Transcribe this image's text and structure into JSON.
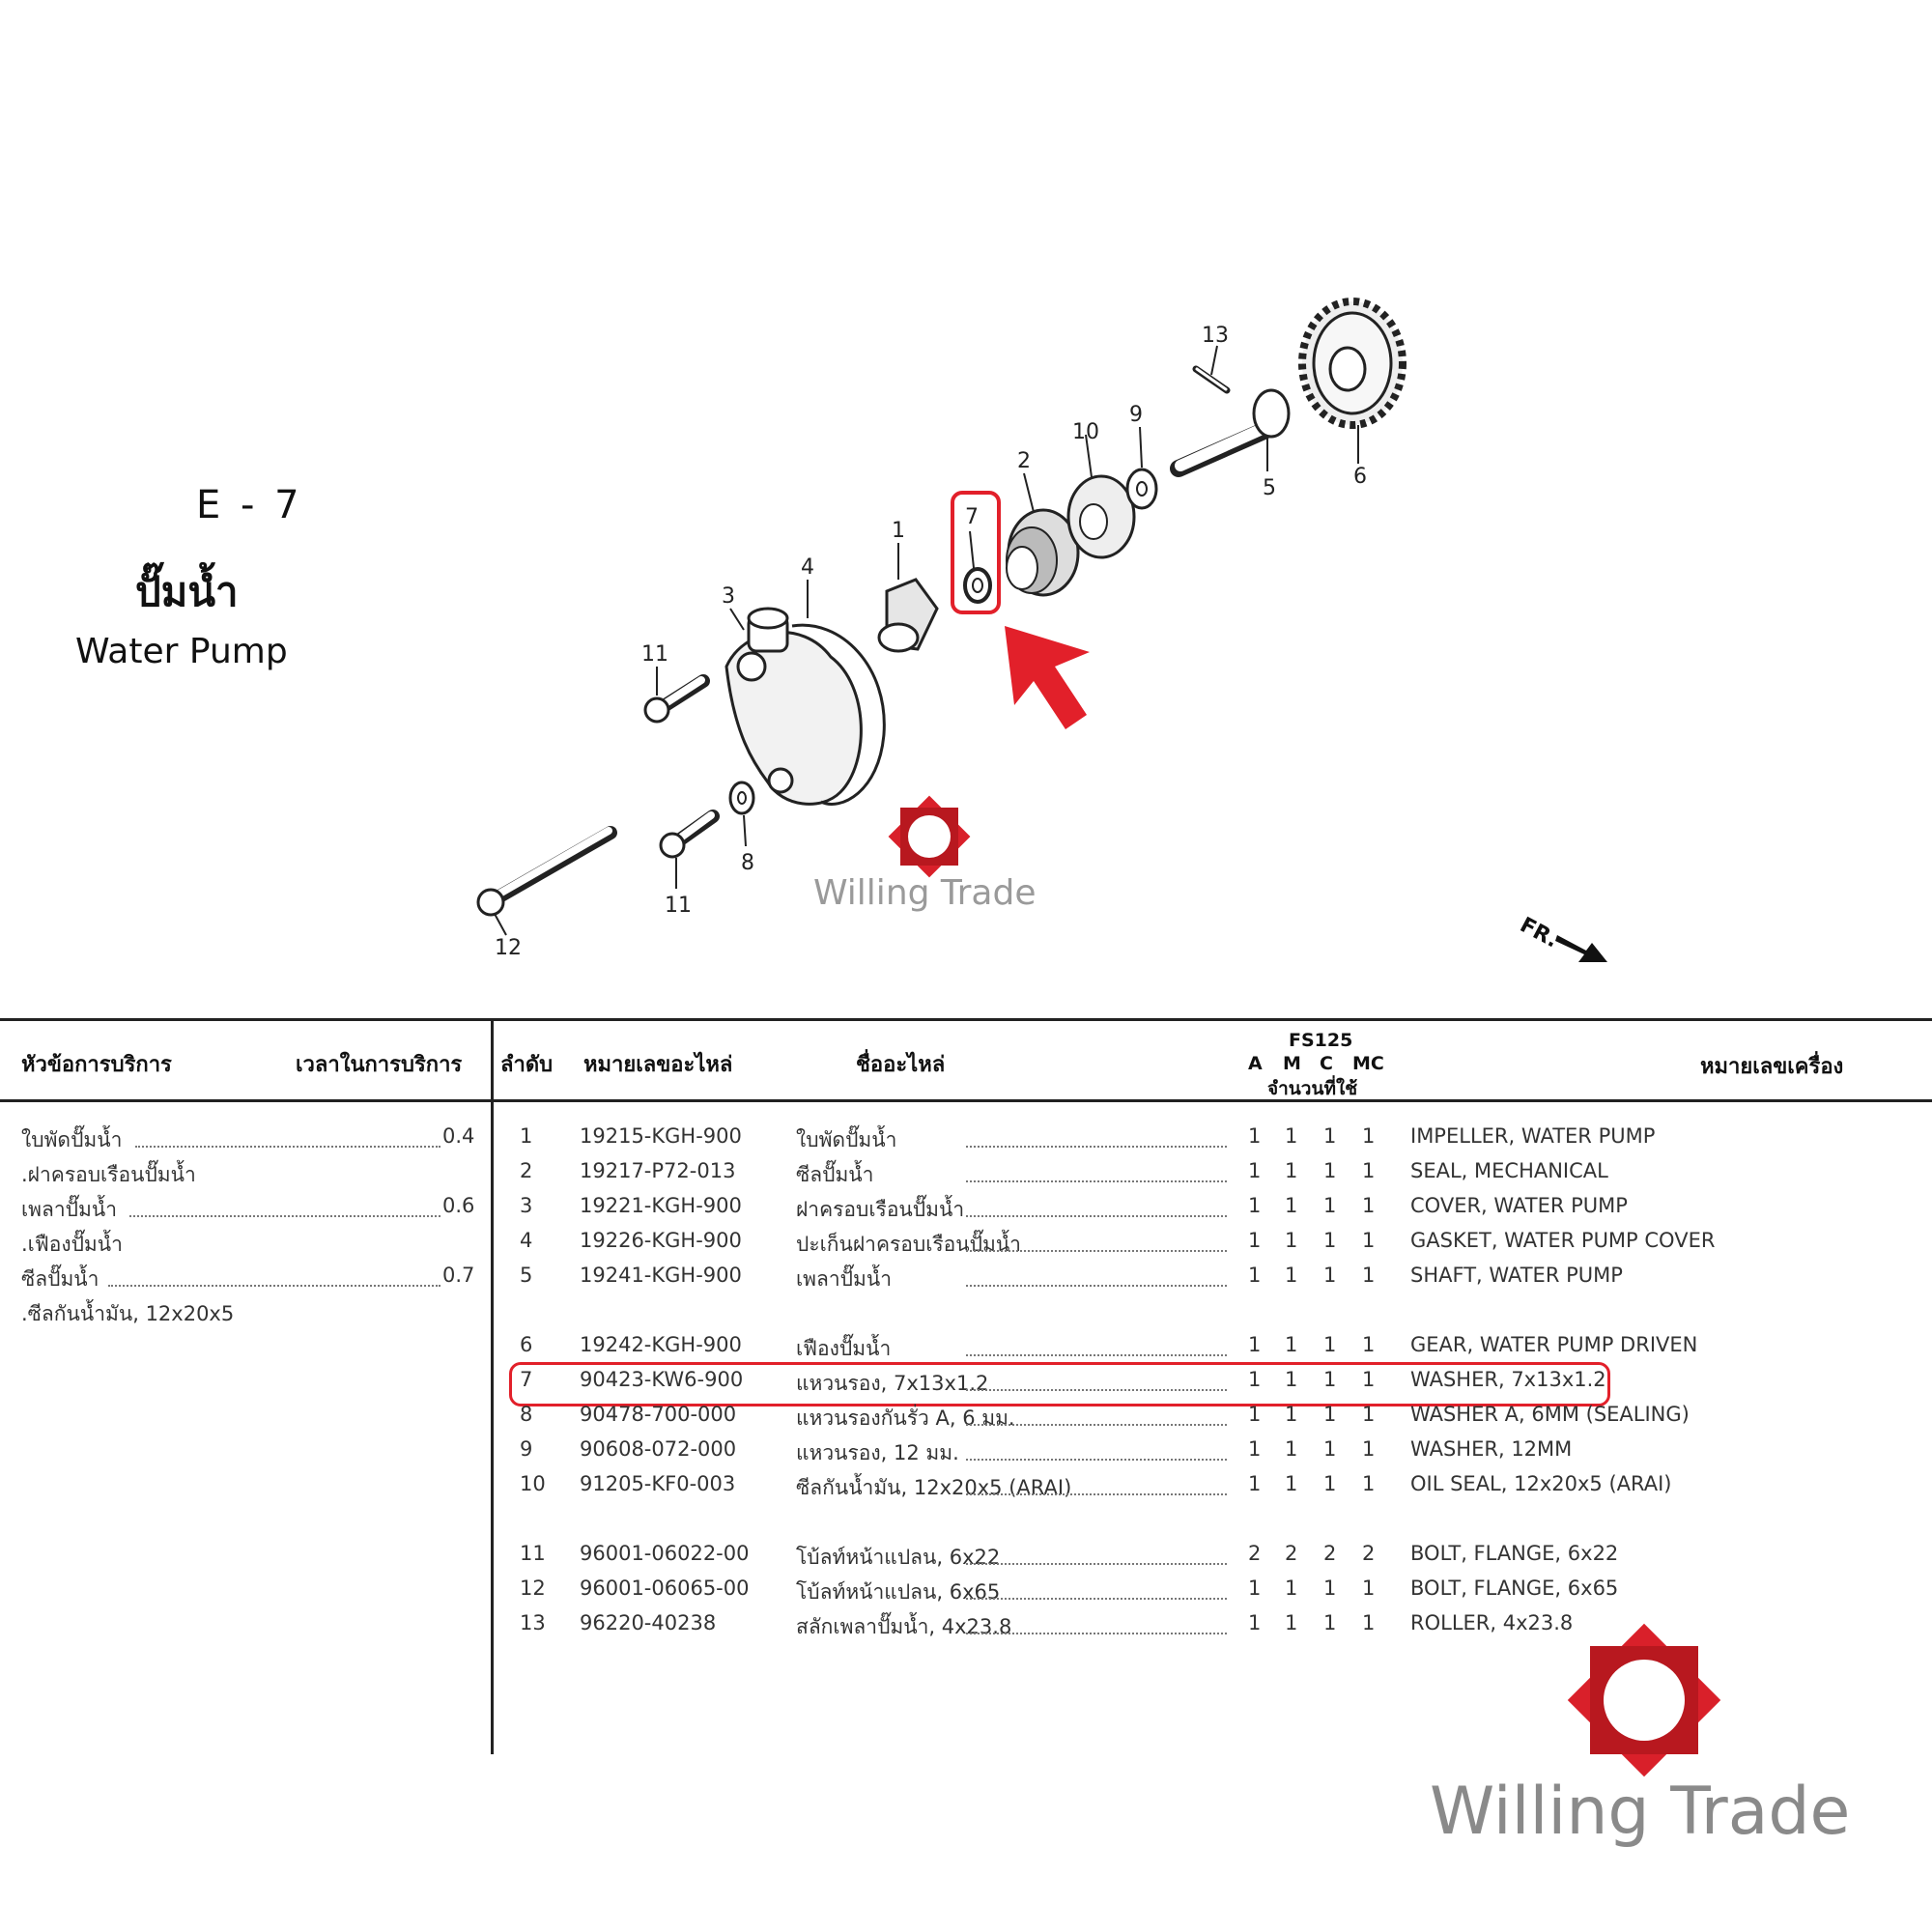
{
  "section_code": "E - 7",
  "title_th": "ปั๊มน้ำ",
  "title_en": "Water Pump",
  "diagram": {
    "callouts": [
      "1",
      "2",
      "3",
      "4",
      "5",
      "6",
      "7",
      "8",
      "9",
      "10",
      "11",
      "11",
      "12",
      "13"
    ],
    "direction_label": "FR.",
    "highlight_color": "#e2202a"
  },
  "table": {
    "headers": {
      "service_topic": "หัวข้อการบริการ",
      "service_time": "เวลาในการบริการ",
      "seq": "ลำดับ",
      "part_no": "หมายเลขอะไหล่",
      "part_name": "ชื่ออะไหล่",
      "model": "FS125",
      "cols": [
        "A",
        "M",
        "C",
        "MC"
      ],
      "qty": "จำนวนที่ใช้",
      "engine_no": "หมายเลขเครื่อง"
    },
    "services": [
      {
        "name": "ใบพัดปั๊มน้ำ",
        "time": "0.4"
      },
      {
        "name": ".ฝาครอบเรือนปั๊มน้ำ",
        "time": ""
      },
      {
        "name": "เพลาปั๊มน้ำ",
        "time": "0.6"
      },
      {
        "name": ".เฟืองปั๊มน้ำ",
        "time": ""
      },
      {
        "name": "ซีลปั๊มน้ำ",
        "time": "0.7"
      },
      {
        "name": ".ซีลกันน้ำมัน, 12x20x5",
        "time": ""
      }
    ],
    "rows": [
      {
        "no": "1",
        "part_no": "19215-KGH-900",
        "name_th": "ใบพัดปั๊มน้ำ",
        "qty": [
          "1",
          "1",
          "1",
          "1"
        ],
        "name_en": "IMPELLER, WATER PUMP"
      },
      {
        "no": "2",
        "part_no": "19217-P72-013",
        "name_th": "ซีลปั๊มน้ำ",
        "qty": [
          "1",
          "1",
          "1",
          "1"
        ],
        "name_en": "SEAL, MECHANICAL"
      },
      {
        "no": "3",
        "part_no": "19221-KGH-900",
        "name_th": "ฝาครอบเรือนปั๊มน้ำ",
        "qty": [
          "1",
          "1",
          "1",
          "1"
        ],
        "name_en": "COVER, WATER PUMP"
      },
      {
        "no": "4",
        "part_no": "19226-KGH-900",
        "name_th": "ปะเก็นฝาครอบเรือนปั๊มน้ำ",
        "qty": [
          "1",
          "1",
          "1",
          "1"
        ],
        "name_en": "GASKET, WATER PUMP COVER"
      },
      {
        "no": "5",
        "part_no": "19241-KGH-900",
        "name_th": "เพลาปั๊มน้ำ",
        "qty": [
          "1",
          "1",
          "1",
          "1"
        ],
        "name_en": "SHAFT, WATER PUMP"
      },
      {
        "no": "6",
        "part_no": "19242-KGH-900",
        "name_th": "เฟืองปั๊มน้ำ",
        "qty": [
          "1",
          "1",
          "1",
          "1"
        ],
        "name_en": "GEAR, WATER PUMP DRIVEN"
      },
      {
        "no": "7",
        "part_no": "90423-KW6-900",
        "name_th": "แหวนรอง, 7x13x1.2",
        "qty": [
          "1",
          "1",
          "1",
          "1"
        ],
        "name_en": "WASHER, 7x13x1.2"
      },
      {
        "no": "8",
        "part_no": "90478-700-000",
        "name_th": "แหวนรองกันรั่ว A, 6 มม.",
        "qty": [
          "1",
          "1",
          "1",
          "1"
        ],
        "name_en": "WASHER A, 6MM (SEALING)"
      },
      {
        "no": "9",
        "part_no": "90608-072-000",
        "name_th": "แหวนรอง, 12 มม.",
        "qty": [
          "1",
          "1",
          "1",
          "1"
        ],
        "name_en": "WASHER, 12MM"
      },
      {
        "no": "10",
        "part_no": "91205-KF0-003",
        "name_th": "ซีลกันน้ำมัน, 12x20x5 (ARAI)",
        "qty": [
          "1",
          "1",
          "1",
          "1"
        ],
        "name_en": "OIL SEAL, 12x20x5 (ARAI)"
      },
      {
        "no": "11",
        "part_no": "96001-06022-00",
        "name_th": "โบ้ลท์หน้าแปลน, 6x22",
        "qty": [
          "2",
          "2",
          "2",
          "2"
        ],
        "name_en": "BOLT, FLANGE, 6x22"
      },
      {
        "no": "12",
        "part_no": "96001-06065-00",
        "name_th": "โบ้ลท์หน้าแปลน, 6x65",
        "qty": [
          "1",
          "1",
          "1",
          "1"
        ],
        "name_en": "BOLT, FLANGE, 6x65"
      },
      {
        "no": "13",
        "part_no": "96220-40238",
        "name_th": "สลักเพลาปั๊มน้ำ, 4x23.8",
        "qty": [
          "1",
          "1",
          "1",
          "1"
        ],
        "name_en": "ROLLER, 4x23.8"
      }
    ],
    "highlighted_row": "7"
  },
  "watermarks": [
    "Willing Trade",
    "Willing Trade"
  ]
}
